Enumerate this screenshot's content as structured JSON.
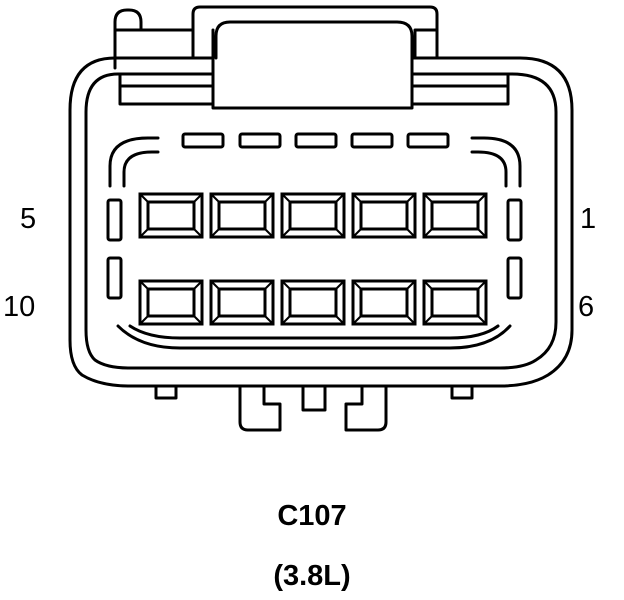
{
  "connector": {
    "id": "C107",
    "variant": "(3.8L)",
    "row_labels": {
      "top_left": "5",
      "top_right": "1",
      "bottom_left": "10",
      "bottom_right": "6"
    },
    "cavities_per_row": 5,
    "rows": 2
  },
  "colors": {
    "line": "#000000",
    "background": "#ffffff"
  }
}
